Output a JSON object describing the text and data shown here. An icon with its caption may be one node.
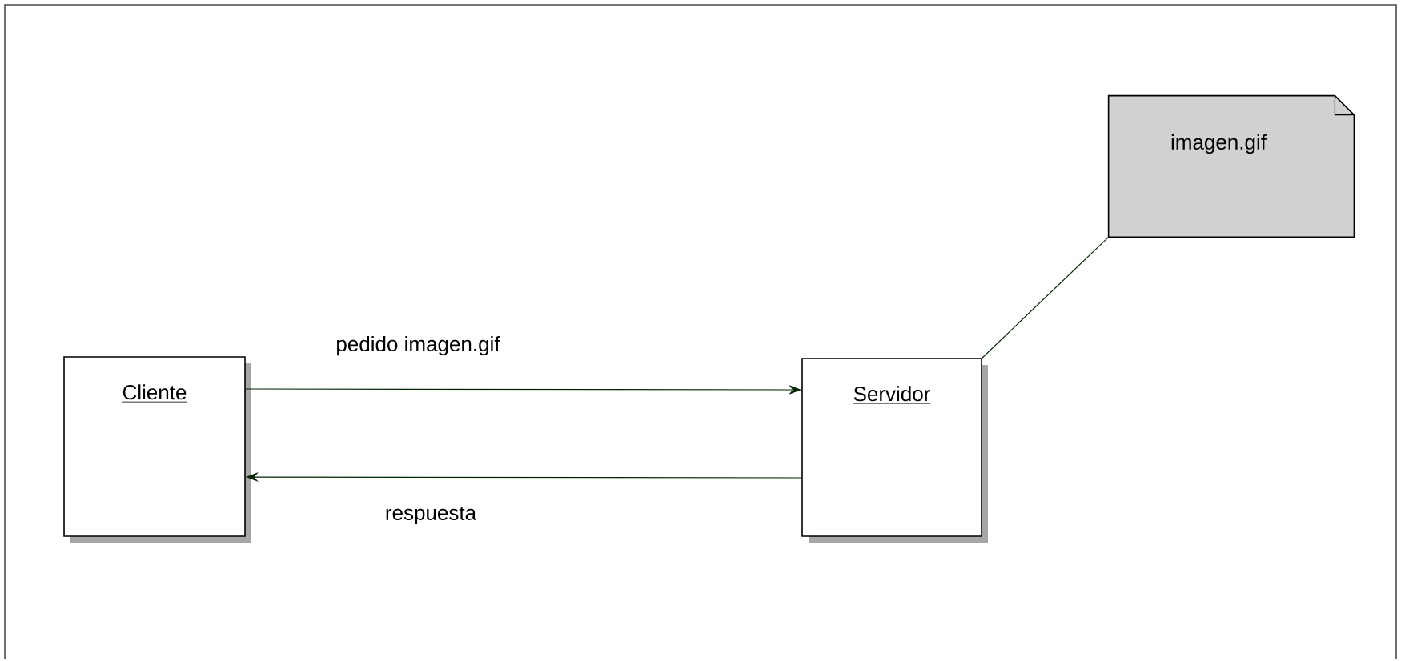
{
  "diagram": {
    "nodes": [
      {
        "text": [
          "Cliente"
        ]
      },
      {
        "text": [
          "Servidor"
        ]
      },
      {
        "text": [
          "imagen.gif"
        ]
      }
    ],
    "edges": [
      {
        "from": 0,
        "to": 1,
        "arrow": "to",
        "label": "pedido imagen.gif"
      },
      {
        "from": 1,
        "to": 0,
        "arrow": "to",
        "label": "respuesta"
      },
      {
        "from": 2,
        "to": 1,
        "arrow": "none"
      }
    ]
  }
}
